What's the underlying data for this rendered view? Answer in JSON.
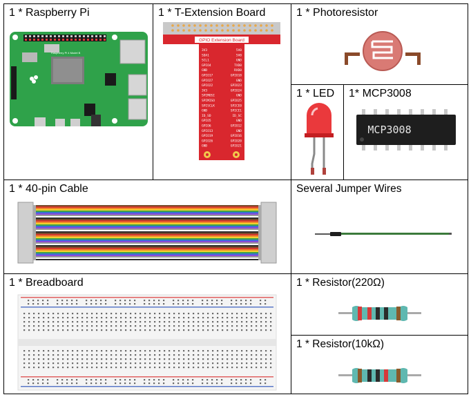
{
  "components": {
    "raspberry_pi": {
      "label": "1 * Raspberry Pi",
      "board_text": "Raspberry Pi 4 Model B"
    },
    "t_extension": {
      "label": "1 * T-Extension Board",
      "header_text": "GPIO Extension Board",
      "pins_left": [
        "3V3",
        "SDA1",
        "SCL1",
        "GPIO4",
        "GND",
        "GPIO17",
        "GPIO27",
        "GPIO22",
        "3V3",
        "SPIMOSI",
        "SPIMISO",
        "SPISCLK",
        "GND",
        "ID_SD",
        "GPIO5",
        "GPIO6",
        "GPIO13",
        "GPIO19",
        "GPIO26",
        "GND"
      ],
      "pins_right": [
        "5V0",
        "5V0",
        "GND",
        "TXD0",
        "RXD0",
        "GPIO18",
        "GND",
        "GPIO23",
        "GPIO24",
        "GND",
        "GPIO25",
        "SPICE0",
        "SPICE1",
        "ID_SC",
        "GND",
        "GPIO12",
        "GND",
        "GPIO16",
        "GPIO20",
        "GPIO21"
      ]
    },
    "photoresistor": {
      "label": "1 * Photoresistor"
    },
    "led": {
      "label": "1 * LED"
    },
    "mcp3008": {
      "label": "1* MCP3008",
      "chip_text": "MCP3008"
    },
    "cable": {
      "label": "1 * 40-pin Cable"
    },
    "jumper": {
      "label": "Several Jumper Wires"
    },
    "breadboard": {
      "label": "1 * Breadboard"
    },
    "resistor_220": {
      "label": "1 * Resistor(220Ω)"
    },
    "resistor_10k": {
      "label": "1 * Resistor(10kΩ)"
    }
  },
  "colors": {
    "pcb_green": "#2fa24a",
    "extension_red": "#d9272e",
    "led_red": "#e8282b",
    "chip_black": "#1e1e1e",
    "resistor_body": "#5fb8b0"
  }
}
